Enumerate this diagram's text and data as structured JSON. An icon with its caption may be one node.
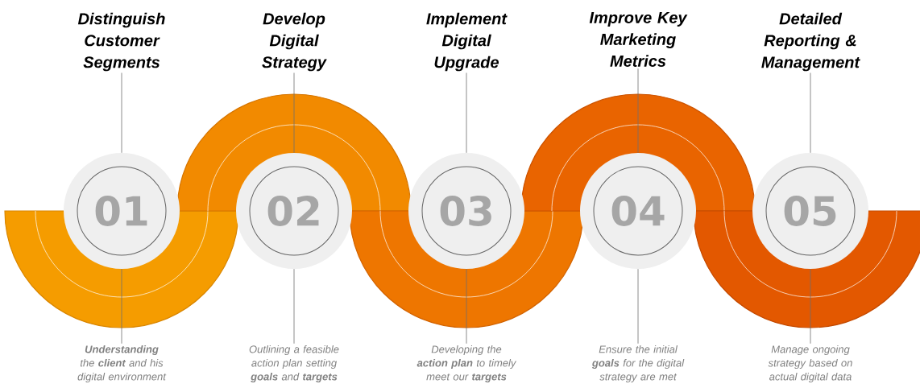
{
  "diagram": {
    "nodes": [
      {
        "text": [
          "Distinguish Customer Segments"
        ]
      },
      {
        "text": [
          "01"
        ]
      },
      {
        "text": [
          "**Understanding** the **client** and his digital environment"
        ]
      },
      {
        "text": [
          "Develop Digital Strategy"
        ]
      },
      {
        "text": [
          "02"
        ]
      },
      {
        "text": [
          "Outlining a feasible action plan setting **goals** and **targets**"
        ]
      },
      {
        "text": [
          "Implement Digital Upgrade"
        ]
      },
      {
        "text": [
          "03"
        ]
      },
      {
        "text": [
          "Developing the **action plan** to timely meet our **targets**"
        ]
      },
      {
        "text": [
          "Improve Key Marketing Metrics"
        ]
      },
      {
        "text": [
          "04"
        ]
      },
      {
        "text": [
          "Ensure the initial **goals** for the digital strategy are met"
        ]
      },
      {
        "text": [
          "Detailed Reporting & Management"
        ]
      },
      {
        "text": [
          "05"
        ]
      },
      {
        "text": [
          "Manage ongoing strategy based on actual digital data"
        ]
      }
    ],
    "edges": [
      {
        "from": 0,
        "to": 1,
        "arrow": "none"
      },
      {
        "from": 1,
        "to": 2,
        "arrow": "none"
      },
      {
        "from": 3,
        "to": 4,
        "arrow": "none"
      },
      {
        "from": 4,
        "to": 5,
        "arrow": "none"
      },
      {
        "from": 6,
        "to": 7,
        "arrow": "none"
      },
      {
        "from": 7,
        "to": 8,
        "arrow": "none"
      },
      {
        "from": 9,
        "to": 10,
        "arrow": "none"
      },
      {
        "from": 10,
        "to": 11,
        "arrow": "none"
      },
      {
        "from": 12,
        "to": 13,
        "arrow": "none"
      },
      {
        "from": 13,
        "to": 14,
        "arrow": "none"
      }
    ]
  }
}
